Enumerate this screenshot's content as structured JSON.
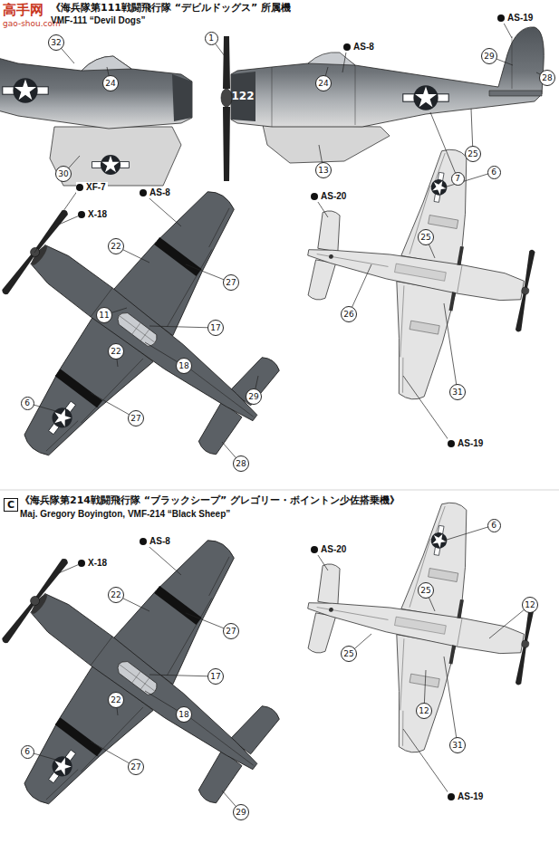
{
  "diagram": {
    "labels": [
      "高手网",
      "gao-shou.com",
      "《海兵隊第111戦闘飛行隊 “デビルドッグス” 所属機",
      "VMF-111 “Devil Dogs”",
      "32",
      "24",
      "30",
      "1",
      "122",
      "AS-8",
      "AS-19",
      "24",
      "29",
      "28",
      "13",
      "25",
      "7",
      "XF-7",
      "X-18",
      "AS-8",
      "22",
      "27",
      "11",
      "17",
      "22",
      "18",
      "6",
      "27",
      "29",
      "28",
      "AS-20",
      "6",
      "25",
      "26",
      "31",
      "AS-19",
      "C",
      "《海兵隊第214戦闘飛行隊 “ブラックシープ” グレゴリー・ボイントン少佐搭乗機》",
      "Maj. Gregory Boyington, VMF-214 “Black Sheep”",
      "X-18",
      "AS-8",
      "22",
      "27",
      "17",
      "22",
      "18",
      "6",
      "27",
      "29",
      "AS-20",
      "6",
      "25",
      "12",
      "25",
      "12",
      "31",
      "AS-19"
    ]
  }
}
